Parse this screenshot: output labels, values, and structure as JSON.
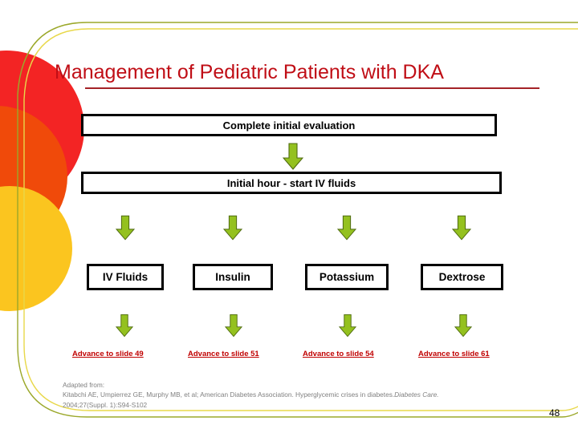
{
  "slide": {
    "title": "Management of Pediatric Patients with DKA",
    "number": "48"
  },
  "flow": {
    "top_boxes": [
      {
        "id": "complete-eval",
        "label": "Complete initial evaluation"
      },
      {
        "id": "initial-hour",
        "label": "Initial hour - start IV fluids"
      }
    ],
    "treatment_boxes": [
      {
        "id": "iv-fluids",
        "label": "IV Fluids"
      },
      {
        "id": "insulin",
        "label": "Insulin"
      },
      {
        "id": "potassium",
        "label": "Potassium"
      },
      {
        "id": "dextrose",
        "label": "Dextrose"
      }
    ],
    "links": [
      {
        "id": "slide-49",
        "label": "Advance to slide 49"
      },
      {
        "id": "slide-51",
        "label": "Advance to slide 51"
      },
      {
        "id": "slide-54",
        "label": "Advance to slide 54"
      },
      {
        "id": "slide-61",
        "label": "Advance to slide 61"
      }
    ],
    "arrow_icon": "down-arrow-icon"
  },
  "citation": {
    "line1": "Adapted from:",
    "line2_plain": "Kitabchi AE, Umpierrez GE, Murphy MB, et al; American Diabetes Association. Hyperglycemic crises in diabetes.",
    "line2_italic": "Diabetes Care.",
    "line3": "2004;27(Suppl. 1):S94-S102"
  },
  "theme": {
    "title_color": "#C00E16",
    "title_rule_color": "#A42227",
    "link_color": "#C00000",
    "arrow_fill": "#94C11F",
    "arrow_stroke": "#4F6B10",
    "box_border": "#000000",
    "citation_color": "#808080",
    "circle_red": "#F32424",
    "circle_orange": "#F04A0A",
    "circle_gold": "#FBC51F",
    "frame_olive": "#9BA82A",
    "frame_yellow": "#E8D84A"
  }
}
